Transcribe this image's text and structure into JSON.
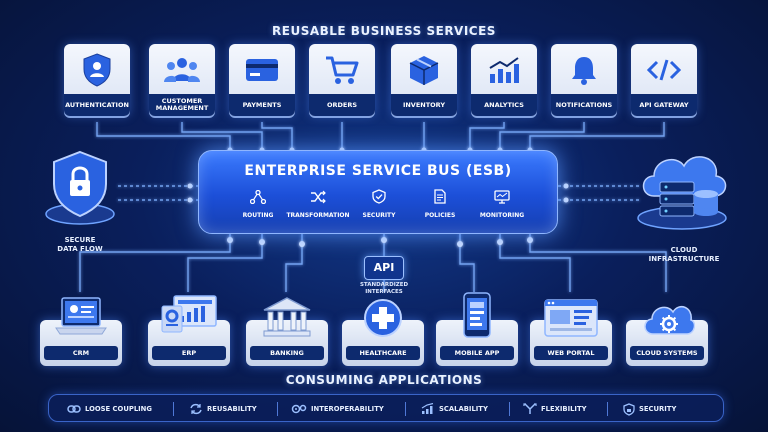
{
  "headings": {
    "top": "REUSABLE BUSINESS SERVICES",
    "bottom": "CONSUMING APPLICATIONS"
  },
  "services": [
    {
      "label": "AUTHENTICATION",
      "icon": "shield-user-icon"
    },
    {
      "label": "CUSTOMER MANAGEMENT",
      "icon": "users-icon"
    },
    {
      "label": "PAYMENTS",
      "icon": "credit-card-icon"
    },
    {
      "label": "ORDERS",
      "icon": "shopping-cart-icon"
    },
    {
      "label": "INVENTORY",
      "icon": "box-icon"
    },
    {
      "label": "ANALYTICS",
      "icon": "bar-chart-icon"
    },
    {
      "label": "NOTIFICATIONS",
      "icon": "bell-icon"
    },
    {
      "label": "API GATEWAY",
      "icon": "code-icon"
    }
  ],
  "esb": {
    "title": "ENTERPRISE SERVICE BUS (ESB)",
    "items": [
      {
        "label": "ROUTING",
        "icon": "routing-icon"
      },
      {
        "label": "TRANSFORMATION",
        "icon": "shuffle-icon"
      },
      {
        "label": "SECURITY",
        "icon": "shield-check-icon"
      },
      {
        "label": "POLICIES",
        "icon": "document-icon"
      },
      {
        "label": "MONITORING",
        "icon": "monitor-icon"
      }
    ]
  },
  "left_side": {
    "label_line1": "SECURE",
    "label_line2": "DATA FLOW",
    "icon": "lock-shield-icon"
  },
  "right_side": {
    "label_line1": "CLOUD",
    "label_line2": "INFRASTRUCTURE",
    "icon": "cloud-server-icon"
  },
  "api": {
    "label": "API",
    "caption_line1": "STANDARDIZED",
    "caption_line2": "INTERFACES"
  },
  "apps": [
    {
      "label": "CRM",
      "icon": "laptop-icon"
    },
    {
      "label": "ERP",
      "icon": "dashboard-icon"
    },
    {
      "label": "BANKING",
      "icon": "bank-icon"
    },
    {
      "label": "HEALTHCARE",
      "icon": "medical-cross-icon"
    },
    {
      "label": "MOBILE APP",
      "icon": "smartphone-icon"
    },
    {
      "label": "WEB PORTAL",
      "icon": "browser-icon"
    },
    {
      "label": "CLOUD SYSTEMS",
      "icon": "cloud-gear-icon"
    }
  ],
  "features": [
    {
      "label": "LOOSE COUPLING",
      "icon": "link-icon"
    },
    {
      "label": "REUSABILITY",
      "icon": "refresh-icon"
    },
    {
      "label": "INTEROPERABILITY",
      "icon": "gears-icon"
    },
    {
      "label": "SCALABILITY",
      "icon": "growth-chart-icon"
    },
    {
      "label": "FLEXIBILITY",
      "icon": "branch-icon"
    },
    {
      "label": "SECURITY",
      "icon": "shield-lock-icon"
    }
  ],
  "colors": {
    "accent": "#2f6bff",
    "glow": "#6fa3ff",
    "label_bg": "#0d2a6e",
    "background": "#0a1f5c"
  }
}
